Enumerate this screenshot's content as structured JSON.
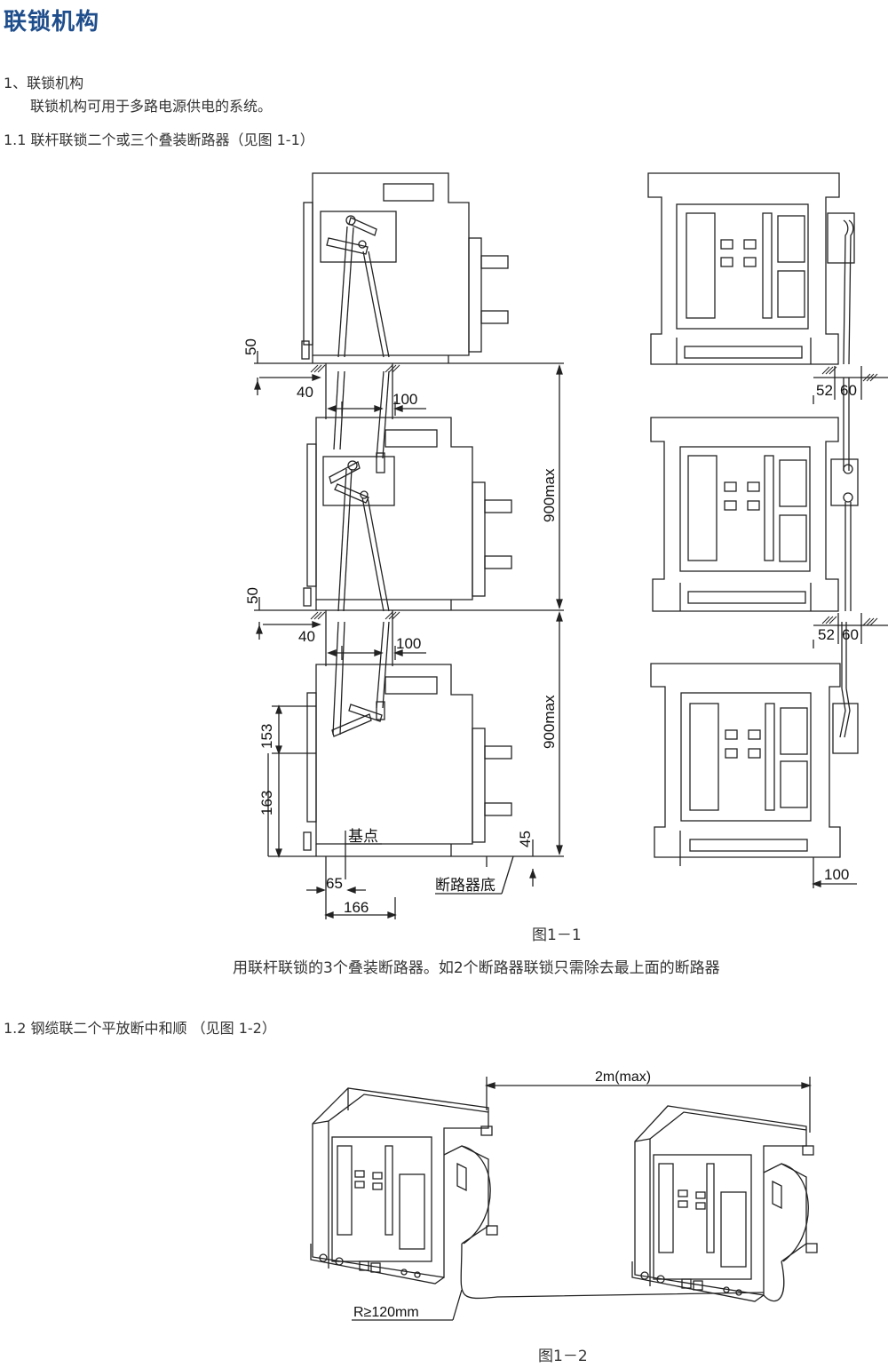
{
  "page": {
    "title": "联锁机构",
    "section_1": "1、联锁机构",
    "section_1_desc": "联锁机构可用于多路电源供电的系统。",
    "section_1_1": "1.1  联杆联锁二个或三个叠装断路器（见图 1-1）",
    "fig1_caption": "图1－1",
    "fig1_note": "用联杆联锁的3个叠装断路器。如2个断路器联锁只需除去最上面的断路器",
    "section_1_2": "1.2  钢缆联二个平放断中和顺  （见图 1-2）",
    "fig2_caption": "图1－2"
  },
  "fig1": {
    "dim_50_a": "50",
    "dim_40_a": "40",
    "dim_100_a": "100",
    "dim_900_a": "900max",
    "dim_50_b": "50",
    "dim_40_b": "40",
    "dim_100_b": "100",
    "dim_900_b": "900max",
    "dim_153": "153",
    "dim_163": "163",
    "dim_45": "45",
    "dim_65": "65",
    "dim_166": "166",
    "label_base_point": "基点",
    "label_breaker_bottom": "断路器底",
    "dim_52_a": "52",
    "dim_60_a": "60",
    "dim_52_b": "52",
    "dim_60_b": "60",
    "dim_100_right": "100"
  },
  "fig2": {
    "dim_2m": "2m(max)",
    "label_radius": "R≥120mm"
  }
}
